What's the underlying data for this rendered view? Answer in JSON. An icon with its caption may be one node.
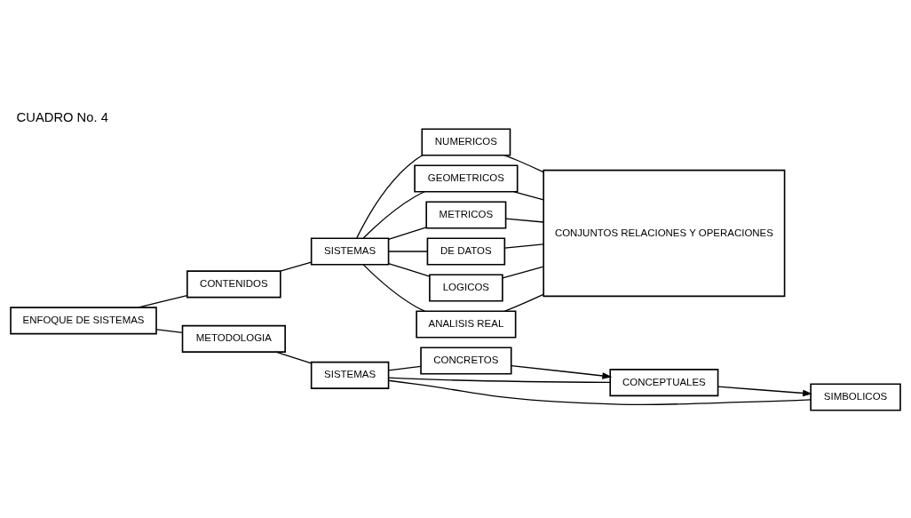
{
  "diagram": {
    "title": "CUADRO No. 4",
    "nodes": [
      {
        "text": [
          "ENFOQUE DE SISTEMAS"
        ]
      },
      {
        "text": [
          "CONTENIDOS"
        ]
      },
      {
        "text": [
          "METODOLOGIA"
        ]
      },
      {
        "text": [
          "SISTEMAS"
        ]
      },
      {
        "text": [
          "NUMERICOS"
        ]
      },
      {
        "text": [
          "GEOMETRICOS"
        ]
      },
      {
        "text": [
          "METRICOS"
        ]
      },
      {
        "text": [
          "DE DATOS"
        ]
      },
      {
        "text": [
          "LOGICOS"
        ]
      },
      {
        "text": [
          "ANALISIS REAL"
        ]
      },
      {
        "text": [
          "CONJUNTOS RELACIONES Y OPERACIONES"
        ]
      },
      {
        "text": [
          "CONCRETOS"
        ]
      },
      {
        "text": [
          "CONCEPTUALES"
        ]
      },
      {
        "text": [
          "SIMBOLICOS"
        ]
      },
      {
        "text": [
          "SISTEMAS"
        ]
      }
    ],
    "edges": [
      {
        "from": 0,
        "to": 1,
        "arrow": "none"
      },
      {
        "from": 0,
        "to": 2,
        "arrow": "none"
      },
      {
        "from": 1,
        "to": 3,
        "arrow": "none"
      },
      {
        "from": 3,
        "to": 4,
        "arrow": "none"
      },
      {
        "from": 3,
        "to": 5,
        "arrow": "none"
      },
      {
        "from": 3,
        "to": 6,
        "arrow": "none"
      },
      {
        "from": 3,
        "to": 7,
        "arrow": "none"
      },
      {
        "from": 3,
        "to": 8,
        "arrow": "none"
      },
      {
        "from": 3,
        "to": 9,
        "arrow": "none"
      },
      {
        "from": 4,
        "to": 10,
        "arrow": "none"
      },
      {
        "from": 5,
        "to": 10,
        "arrow": "none"
      },
      {
        "from": 6,
        "to": 10,
        "arrow": "none"
      },
      {
        "from": 7,
        "to": 10,
        "arrow": "none"
      },
      {
        "from": 8,
        "to": 10,
        "arrow": "none"
      },
      {
        "from": 9,
        "to": 10,
        "arrow": "none"
      },
      {
        "from": 2,
        "to": 14,
        "arrow": "none"
      },
      {
        "from": 14,
        "to": 11,
        "arrow": "none"
      },
      {
        "from": 14,
        "to": 12,
        "arrow": "none"
      },
      {
        "from": 14,
        "to": 13,
        "arrow": "none"
      },
      {
        "from": 11,
        "to": 12,
        "arrow": "to"
      },
      {
        "from": 12,
        "to": 13,
        "arrow": "to"
      }
    ]
  }
}
